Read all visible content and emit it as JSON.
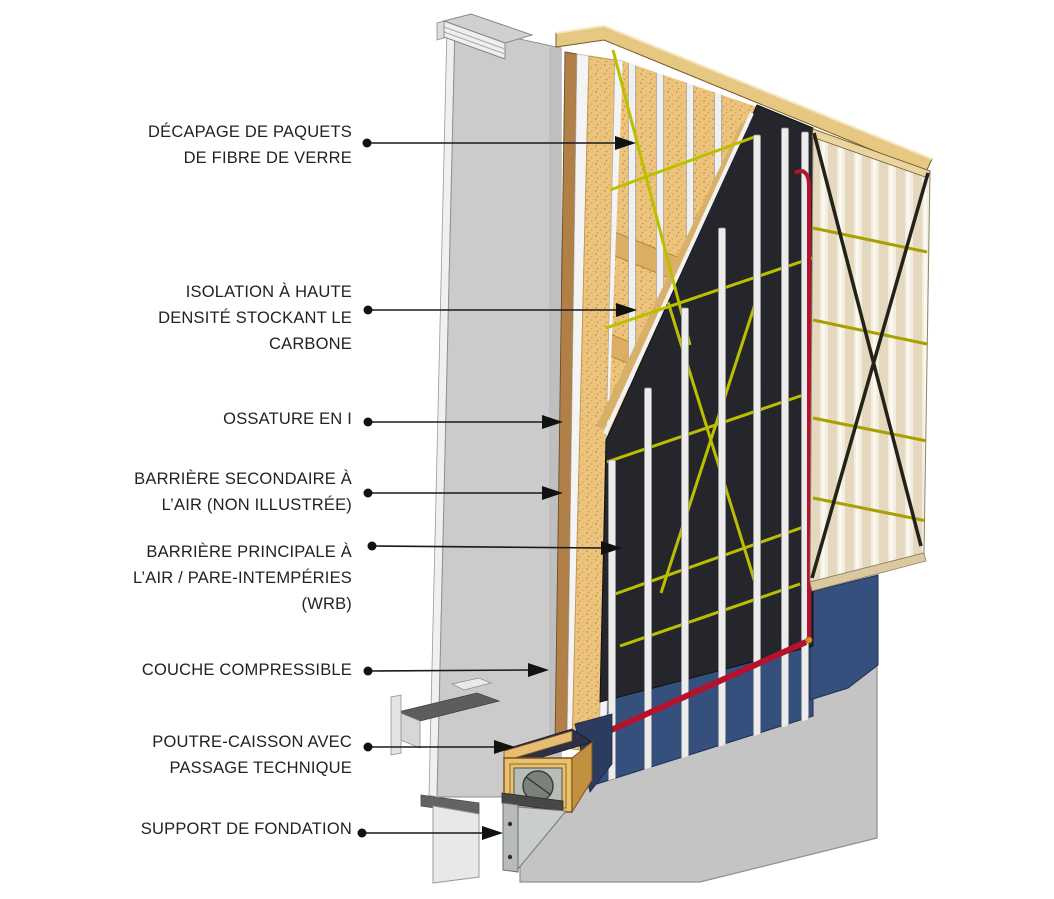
{
  "diagram": {
    "type": "wall-assembly-callout-diagram",
    "language": "fr",
    "labels": [
      {
        "id": "fiberglass-batt-stripping",
        "text": "DÉCAPAGE DE PAQUETS DE FIBRE DE VERRE"
      },
      {
        "id": "high-density-insulation",
        "text": "ISOLATION À HAUTE DENSITÉ STOCKANT LE CARBONE"
      },
      {
        "id": "i-frame",
        "text": "OSSATURE EN I"
      },
      {
        "id": "secondary-air-barrier",
        "text": "BARRIÈRE SECONDAIRE À L’AIR (NON ILLUSTRÉE)"
      },
      {
        "id": "primary-air-barrier-wrb",
        "text": "BARRIÈRE PRINCIPALE À L’AIR / PARE-INTEMPÉRIES (WRB)"
      },
      {
        "id": "compressible-layer",
        "text": "COUCHE COMPRESSIBLE"
      },
      {
        "id": "box-beam-service-chase",
        "text": "POUTRE-CAISSON AVEC PASSAGE TECHNIQUE"
      },
      {
        "id": "foundation-support",
        "text": "SUPPORT DE FONDATION"
      }
    ],
    "parts": [
      "existing-wall",
      "top-channel",
      "floor-channel",
      "foundation-wall",
      "panel-rim",
      "top-plate",
      "insulation-cavity",
      "wrb-membrane",
      "i-joist-studs",
      "strapping-yellow",
      "exterior-sheathing",
      "cross-bracing",
      "sill-plate-blue",
      "service-conduit",
      "box-beam",
      "service-hole",
      "foundation-bracket"
    ],
    "colors": {
      "wood_frame": "#e7c883",
      "insulation_gold": "#ecc47d",
      "stud_white": "#ececec",
      "membrane_black": "#24262b",
      "strap_yellow": "#bcbe00",
      "sheathing_cream": "#e9dfc8",
      "bracing_black": "#23211a",
      "sill_blue": "#36507d",
      "conduit_red": "#b5122d",
      "wall_gray": "#cbcbcb",
      "label_text": "#222222"
    }
  }
}
